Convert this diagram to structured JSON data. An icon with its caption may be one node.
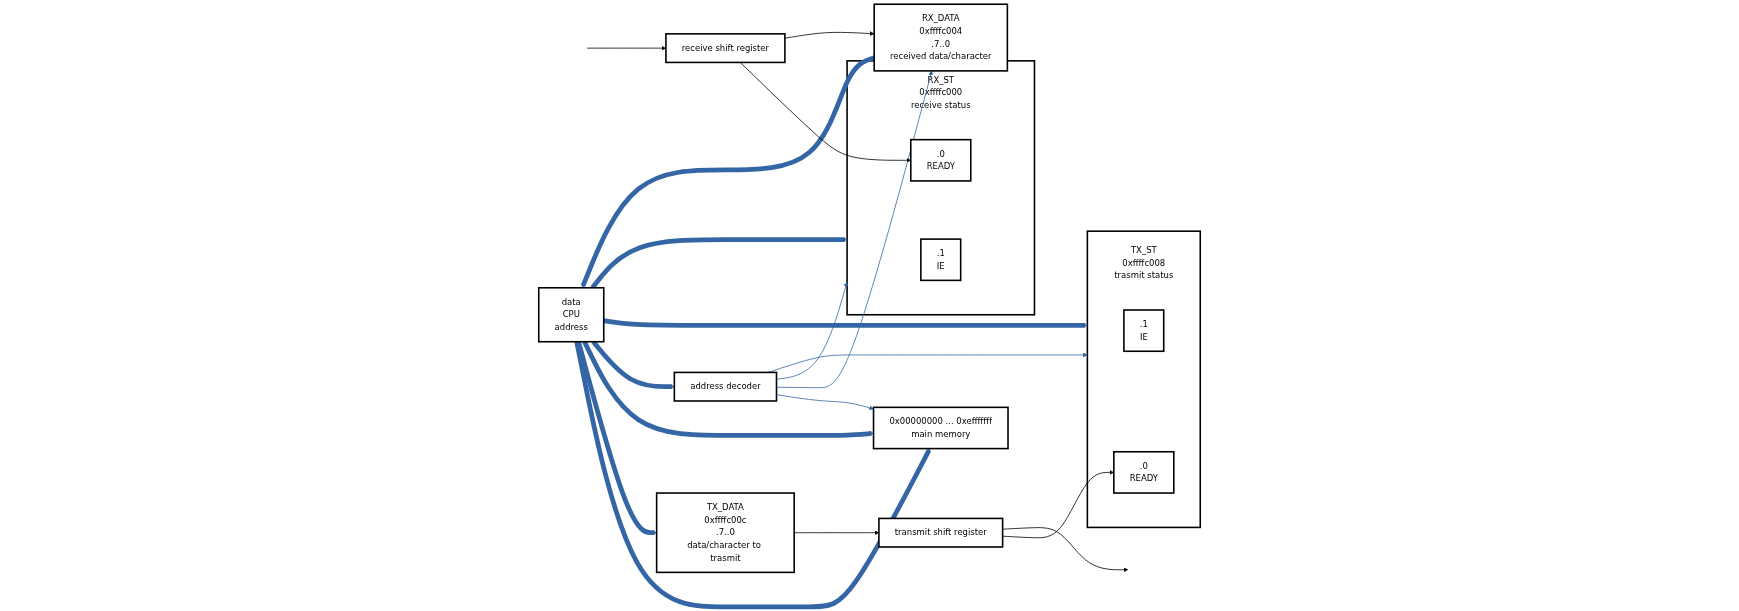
{
  "diagram": {
    "nodes": [
      {
        "text": [
          "data",
          "CPU",
          "address"
        ]
      },
      {
        "text": [
          "0x00000000 ... 0xefffffff",
          "main memory"
        ]
      },
      {
        "text": [
          "RX_ST",
          "0xffffc000",
          "receive status"
        ]
      },
      {
        "text": [
          ".1",
          "IE"
        ],
        "in": 2
      },
      {
        "text": [
          ".0",
          "READY"
        ],
        "in": 2
      },
      {
        "text": [
          "RX_DATA",
          "0xffffc004",
          ".7..0",
          "received data/character"
        ]
      },
      {
        "text": [
          "TX_ST",
          "0xffffc008",
          "trasmit status"
        ]
      },
      {
        "text": [
          ".1",
          "IE"
        ],
        "in": 6
      },
      {
        "text": [
          ".0",
          "READY"
        ],
        "in": 6
      },
      {
        "text": [
          "TX_DATA",
          "0xffffc00c",
          ".7..0",
          "data/character to trasmit"
        ]
      },
      {
        "text": [
          "address decoder"
        ]
      },
      {
        "text": [
          "receive shift register"
        ]
      },
      {
        "text": [
          "transmit shift register"
        ]
      }
    ],
    "edges": [
      {
        "from": 0,
        "to": 1,
        "arrow": "to",
        "style": "thick"
      },
      {
        "from": 5,
        "to": 0,
        "arrow": "to",
        "style": "thick"
      },
      {
        "from": 0,
        "to": 9,
        "arrow": "to",
        "style": "thick"
      },
      {
        "from": 0,
        "to": 6,
        "arrow": "to",
        "style": "thick"
      },
      {
        "from": 0,
        "to": 1,
        "arrow": "to",
        "style": "thick"
      },
      {
        "from": 0,
        "to": 2,
        "arrow": "to",
        "style": "thick"
      },
      {
        "from": 0,
        "to": 10,
        "arrow": "to",
        "style": "thick"
      },
      {
        "from": 10,
        "to": 1,
        "arrow": "to"
      },
      {
        "from": 10,
        "to": 2,
        "arrow": "to"
      },
      {
        "from": 10,
        "to": 5,
        "arrow": "to"
      },
      {
        "from": 10,
        "to": 6,
        "arrow": "to"
      },
      {
        "from": 11,
        "to": 4,
        "arrow": "to",
        "color": "#000000"
      },
      {
        "from": 11,
        "to": 5,
        "arrow": "to",
        "color": "#000000"
      },
      {
        "from": null,
        "to": 11,
        "arrow": "to",
        "color": "#000000"
      },
      {
        "from": 12,
        "to": 8,
        "arrow": "to",
        "color": "#000000"
      },
      {
        "from": 9,
        "to": 12,
        "arrow": "to",
        "color": "#000000"
      },
      {
        "from": 12,
        "to": null,
        "arrow": "to",
        "color": "#000000"
      }
    ]
  }
}
